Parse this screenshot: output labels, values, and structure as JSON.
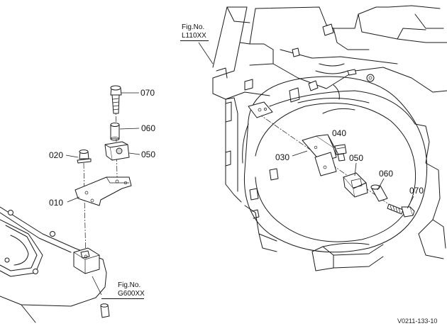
{
  "part_labels": {
    "p070_left": "070",
    "p060_left": "060",
    "p050_left": "050",
    "p020": "020",
    "p010": "010",
    "p040": "040",
    "p030": "030",
    "p050_right": "050",
    "p060_right": "060",
    "p070_right": "070"
  },
  "fig_refs": {
    "top": {
      "prefix": "Fig.No.",
      "number": "L110XX"
    },
    "bottom": {
      "prefix": "Fig.No.",
      "number": "G600XX"
    }
  },
  "drawing_code": "V0211-133-10"
}
